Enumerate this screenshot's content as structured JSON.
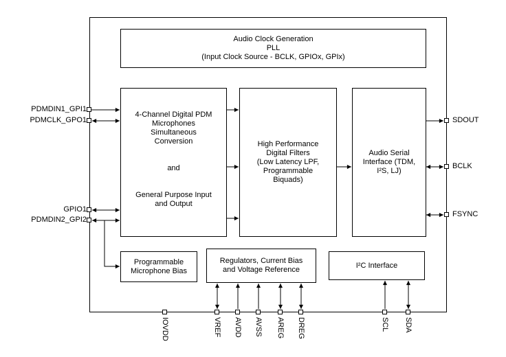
{
  "blocks": {
    "pll": {
      "lines": [
        "Audio Clock Generation",
        "PLL",
        "(Input Clock Source - BCLK, GPIOx, GPIx)"
      ]
    },
    "pdm_gpio": {
      "lines": [
        "4-Channel Digital PDM",
        "Microphones",
        "Simultaneous",
        "Conversion",
        "and",
        "General Purpose Input",
        "and Output"
      ]
    },
    "filters": {
      "lines": [
        "High Performance",
        "Digital Filters",
        "(Low Latency LPF,",
        "Programmable",
        "Biquads)"
      ]
    },
    "asi": {
      "lines": [
        "Audio Serial",
        "Interface (TDM,",
        "I²S, LJ)"
      ]
    },
    "mic_bias": {
      "lines": [
        "Programmable",
        "Microphone Bias"
      ]
    },
    "regulators": {
      "lines": [
        "Regulators, Current Bias",
        "and  Voltage Reference"
      ]
    },
    "i2c": {
      "lines": [
        "I²C Interface"
      ]
    }
  },
  "pins": {
    "left": [
      "PDMDIN1_GPI1",
      "PDMCLK_GPO1",
      "GPIO1",
      "PDMDIN2_GPI2"
    ],
    "right": [
      "SDOUT",
      "BCLK",
      "FSYNC"
    ],
    "bottom": [
      "IOVDD",
      "VREF",
      "AVDD",
      "AVSS",
      "AREG",
      "DREG",
      "SCL",
      "SDA"
    ]
  },
  "colors": {
    "line": "#000000",
    "background": "#ffffff",
    "box_fill": "#ffffff"
  }
}
